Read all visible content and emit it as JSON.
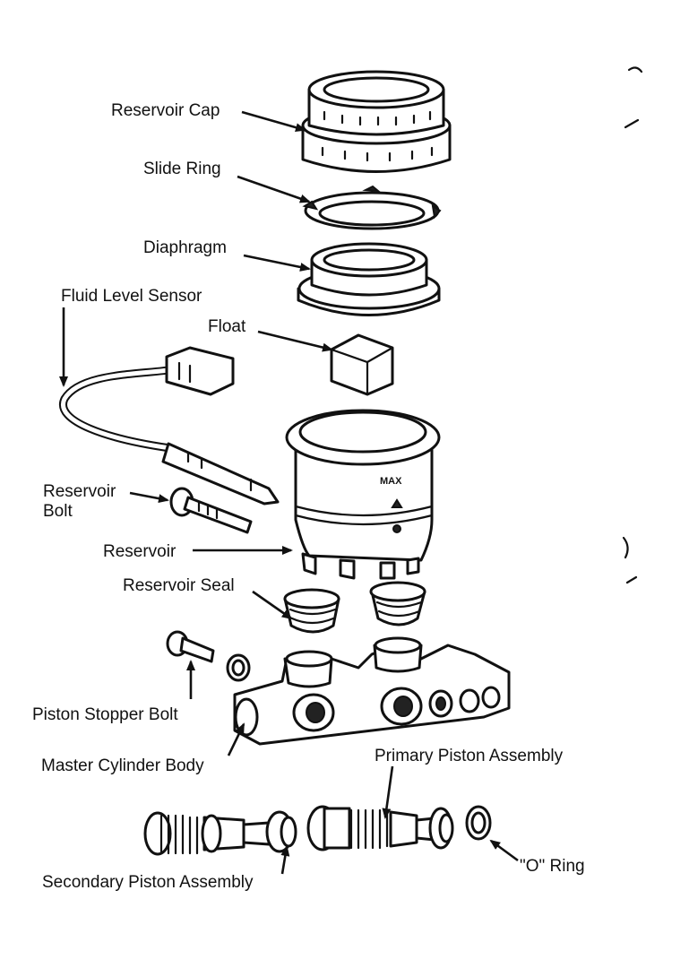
{
  "labels": {
    "reservoir_cap": "Reservoir Cap",
    "slide_ring": "Slide Ring",
    "diaphragm": "Diaphragm",
    "fluid_level_sensor": "Fluid Level Sensor",
    "float": "Float",
    "reservoir_bolt_line1": "Reservoir",
    "reservoir_bolt_line2": "Bolt",
    "reservoir": "Reservoir",
    "reservoir_seal": "Reservoir Seal",
    "piston_stopper_bolt": "Piston Stopper Bolt",
    "master_cylinder_body": "Master Cylinder Body",
    "primary_piston_assembly": "Primary Piston Assembly",
    "o_ring": "\"O\" Ring",
    "secondary_piston_assembly": "Secondary Piston Assembly",
    "reservoir_max_mark": "MAX"
  }
}
